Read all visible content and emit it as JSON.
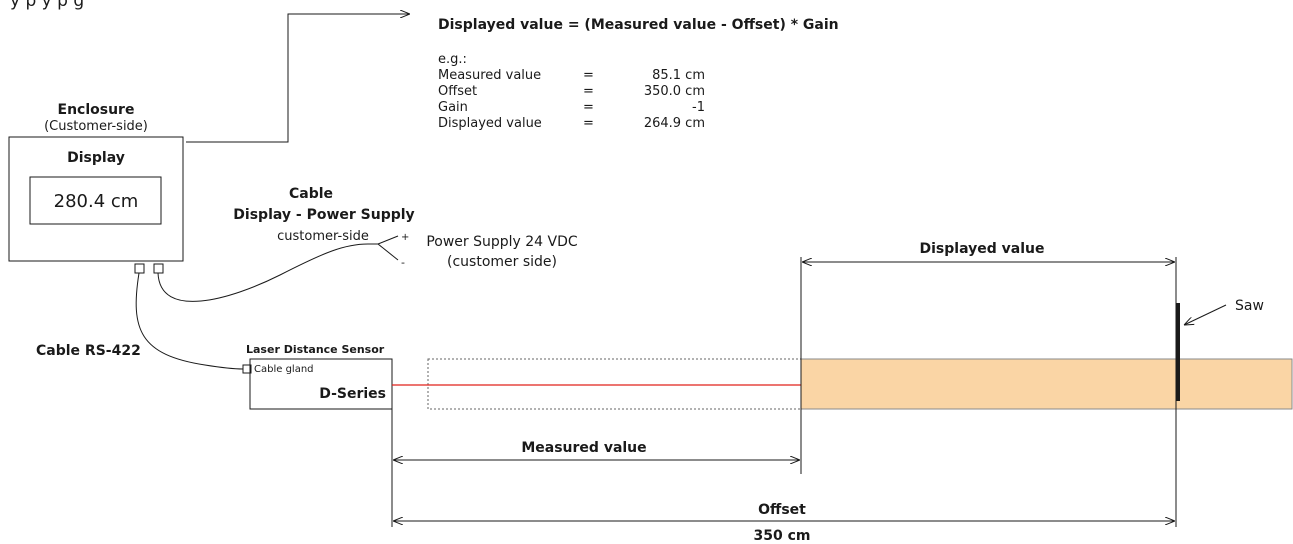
{
  "header": {
    "fragment": "y          p                       y     p                g",
    "formula": "Displayed value  =  (Measured value - Offset) * Gain"
  },
  "example": {
    "intro": "e.g.:",
    "rows": [
      {
        "label": "Measured value",
        "eq": "=",
        "value": "85.1 cm"
      },
      {
        "label": "Offset",
        "eq": "=",
        "value": "350.0 cm"
      },
      {
        "label": "Gain",
        "eq": "=",
        "value": "-1"
      },
      {
        "label": "Displayed value",
        "eq": "=",
        "value": "264.9 cm"
      }
    ]
  },
  "enclosure": {
    "title": "Enclosure",
    "subtitle": "(Customer-side)",
    "display_label": "Display",
    "readout": "280.4 cm"
  },
  "cable_power": {
    "line1": "Cable",
    "line2": "Display - Power Supply",
    "line3": "customer-side",
    "plus": "+",
    "minus": "-",
    "supply1": "Power Supply 24 VDC",
    "supply2": "(customer side)"
  },
  "cable_rs422": "Cable RS-422",
  "sensor": {
    "title": "Laser Distance Sensor",
    "gland": "Cable gland",
    "series": "D-Series"
  },
  "saw_label": "Saw",
  "dimensions": {
    "displayed": "Displayed value",
    "measured": "Measured value",
    "offset": "Offset",
    "offset_value": "350 cm"
  },
  "colors": {
    "laser": "#e0201b",
    "workpiece_fill": "#fad5a5",
    "workpiece_stroke": "#8a8a8a",
    "line": "#1a1a1a"
  }
}
